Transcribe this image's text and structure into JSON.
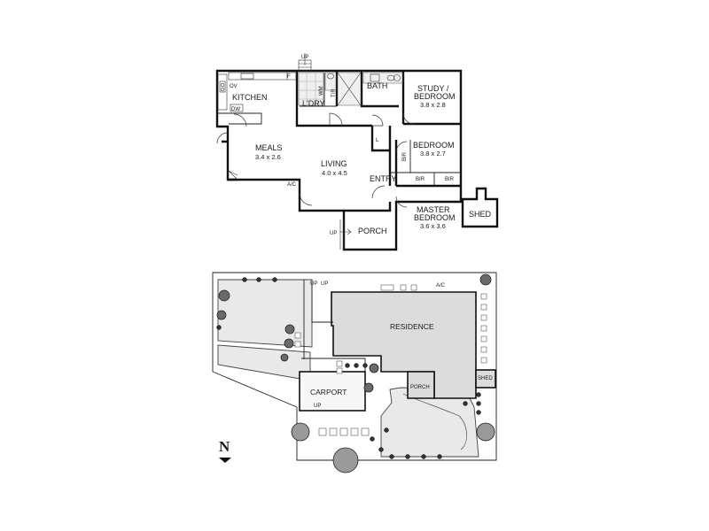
{
  "floor_plan": {
    "rooms": {
      "kitchen": "KITCHEN",
      "meals": "MEALS",
      "meals_dim": "3.4 x 2.6",
      "living": "LIVING",
      "living_dim": "4.0 x 4.5",
      "laundry": "L'DRY",
      "bath": "BATH",
      "study_line1": "STUDY /",
      "study_line2": "BEDROOM",
      "study_dim": "3.8 x 2.8",
      "bedroom": "BEDROOM",
      "bedroom_dim": "3.8 x 2.7",
      "master_line1": "MASTER",
      "master_line2": "BEDROOM",
      "master_dim": "3.6 x 3.6",
      "entry": "ENTRY",
      "porch": "PORCH",
      "shed": "SHED"
    },
    "annotations": {
      "dw": "DW",
      "ov": "OV",
      "f": "F",
      "wm": "WM",
      "tr": "T/R",
      "l": "L",
      "bir1": "BIR",
      "bir2": "BIR",
      "bir3": "BIR",
      "ac": "A/C",
      "up_top": "UP",
      "up_porch": "UP"
    }
  },
  "site_plan": {
    "labels": {
      "residence": "RESIDENCE",
      "carport": "CARPORT",
      "porch": "PORCH",
      "shed": "SHED",
      "ac": "A/C",
      "up_left": "UP",
      "up_right": "UP",
      "up_carport": "UP"
    },
    "north": "N"
  }
}
